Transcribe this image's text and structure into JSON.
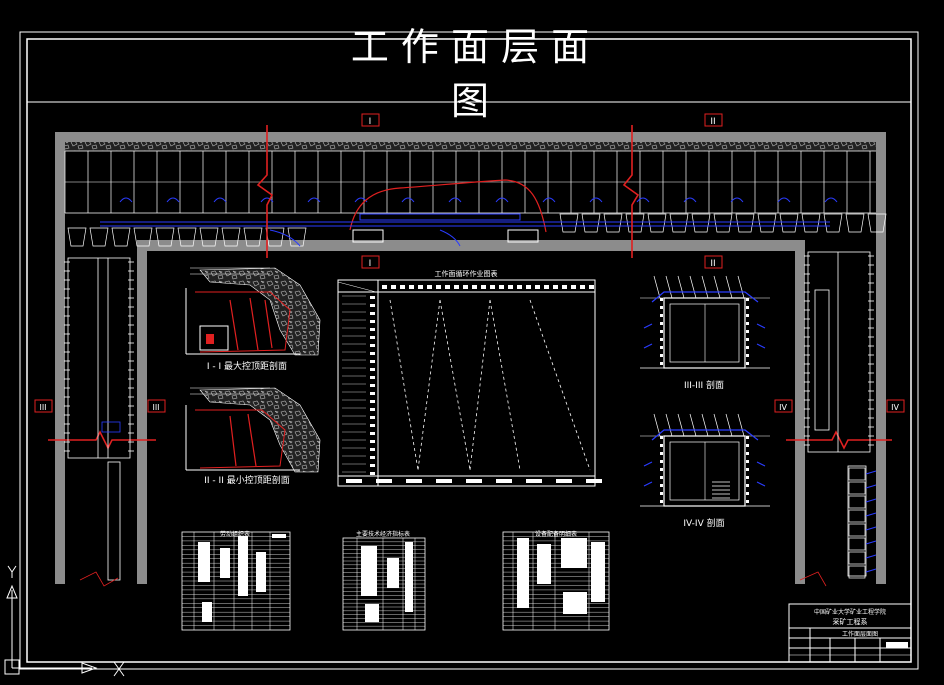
{
  "drawing": {
    "title_line1": "工 作 面 层 面",
    "title_line2": "图",
    "section_markers": {
      "i": "I",
      "ii": "II",
      "iii": "III",
      "iv": "IV"
    },
    "captions": {
      "section_1": "I - I 最大控顶距剖面",
      "section_2": "II - II 最小控顶距剖面",
      "section_3": "III-III 剖面",
      "section_4": "IV-IV 剖面"
    },
    "chart_title": "工作面循环作业图表",
    "tables": {
      "table_1": "劳动组织表",
      "table_2": "主要技术经济指标表",
      "table_3": "设备配备明细表"
    },
    "title_block": {
      "school": "中国矿业大学矿业工程学院",
      "dept": "采矿工程系",
      "drawing_name": "工作面层面图"
    }
  },
  "colors": {
    "background": "#000000",
    "line": "#ffffff",
    "wall": "#8c8c8c",
    "section_line": "#e02020",
    "equipment": "#2a3cff"
  }
}
